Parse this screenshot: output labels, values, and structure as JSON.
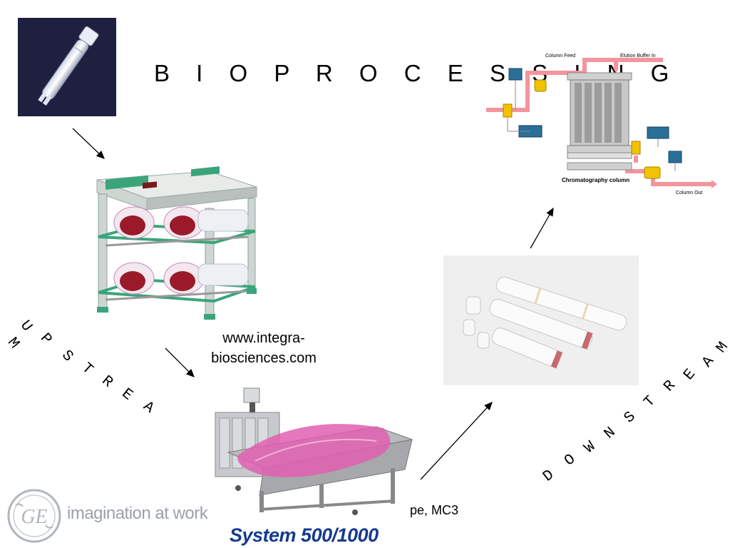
{
  "slide": {
    "title": "B I O P R O C E S S I N G",
    "integra_url": "www.integra-biosciences.com",
    "system_label": "System 500/1000",
    "caption_fragment": "pe, MC3",
    "ge_slogan": "imagination at work",
    "ge_logo_text": "GE",
    "upstream_letters": [
      "M",
      "U",
      "P",
      "S",
      "T",
      "R",
      "E",
      "A"
    ],
    "downstream_letters": [
      "D",
      "O",
      "W",
      "N",
      "S",
      "T",
      "R",
      "E",
      "A",
      "M"
    ]
  },
  "chromatography": {
    "column_feed": "Column Feed",
    "elution_buffer": "Elution Buffer In",
    "column_label": "Chromatography column",
    "column_out": "Column Out"
  },
  "colors": {
    "pipe": "#f4949c",
    "valve": "#f2c200",
    "monitor": "#2a6f9a",
    "vial_bg": "#1f2040",
    "bag_pink": "#e060b0",
    "integra_green": "#3aa57a",
    "system_blue": "#163a8e"
  }
}
